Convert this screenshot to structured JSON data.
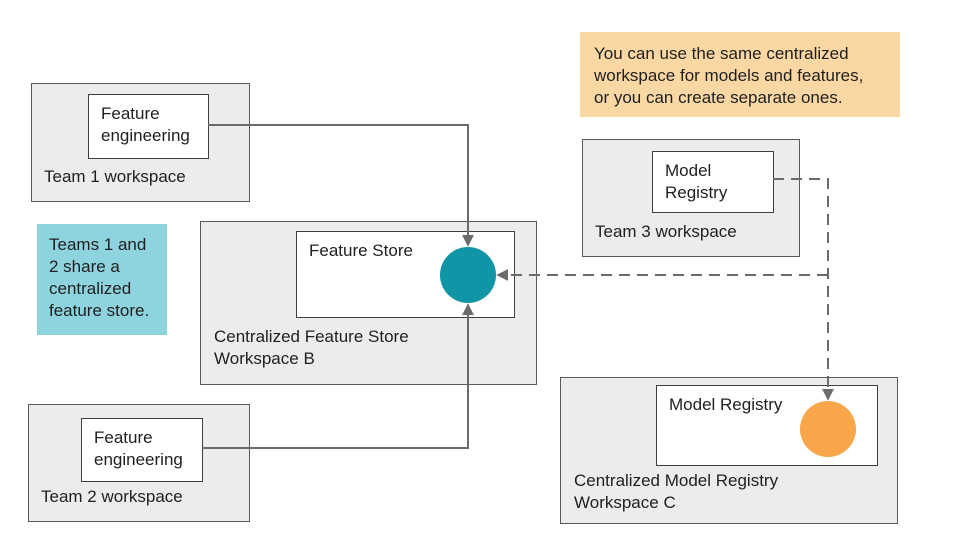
{
  "notes": {
    "share_note": {
      "text": "Teams 1 and\n2 share a\ncentralized\nfeature store.",
      "bg": "#8ed4de"
    },
    "workspace_note": {
      "text": "You can use the same centralized\nworkspace for models and features,\nor you can create separate ones.",
      "bg": "#fbd7a4"
    }
  },
  "workspaces": {
    "team1": {
      "label": "Team 1 workspace",
      "component": "Feature engineering"
    },
    "team2": {
      "label": "Team 2 workspace",
      "component": "Feature engineering"
    },
    "team3": {
      "label": "Team 3 workspace",
      "component": "Model Registry"
    },
    "workspace_b": {
      "label": "Centralized Feature Store\nWorkspace B",
      "component": "Feature Store"
    },
    "workspace_c": {
      "label": "Centralized Model Registry\nWorkspace C",
      "component": "Model Registry"
    }
  },
  "colors": {
    "feature_store_node": "#0f95a5",
    "model_registry_node": "#f9a64a",
    "workspace_fill": "#ececec",
    "connector": "#6b6b6b"
  }
}
